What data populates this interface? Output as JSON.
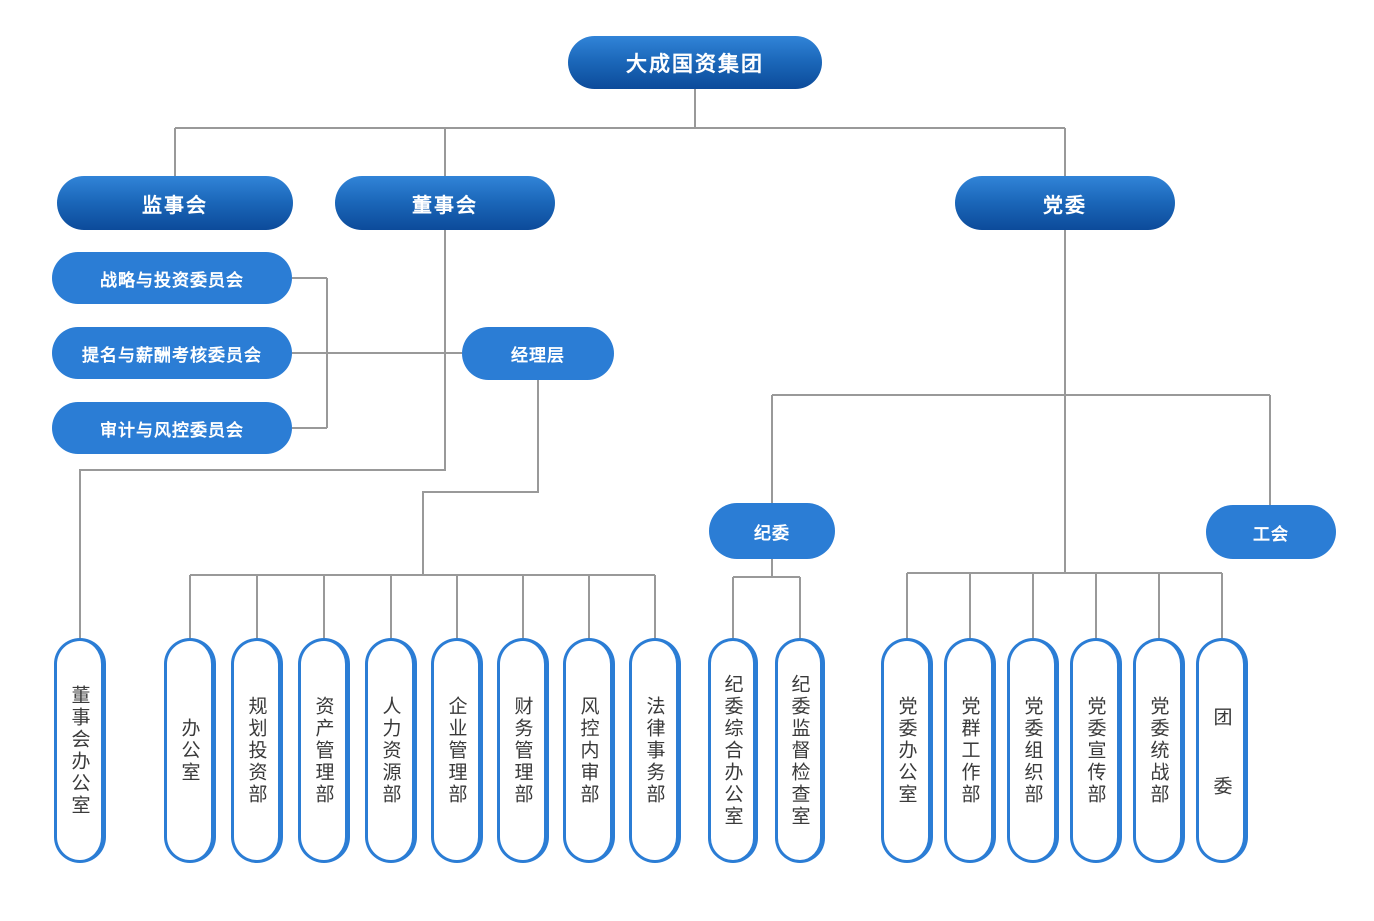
{
  "nodes": {
    "root": "大成国资集团",
    "supervisory_board": "监事会",
    "board_of_directors": "董事会",
    "party_committee": "党委",
    "strategy_investment_committee": "战略与投资委员会",
    "nomination_compensation_committee": "提名与薪酬考核委员会",
    "audit_risk_committee": "审计与风控委员会",
    "management_team": "经理层",
    "discipline_committee": "纪委",
    "labor_union": "工会"
  },
  "vertical_boxes": [
    "董事会办公室",
    "办公室",
    "规划投资部",
    "资产管理部",
    "人力资源部",
    "企业管理部",
    "财务管理部",
    "风控内审部",
    "法律事务部",
    "纪委综合办公室",
    "纪委监督检查室",
    "党委办公室",
    "党群工作部",
    "党委组织部",
    "党委宣传部",
    "党委统战部",
    "团委"
  ],
  "hierarchy": {
    "大成国资集团": [
      "监事会",
      "董事会",
      "党委"
    ],
    "董事会": [
      "战略与投资委员会",
      "提名与薪酬考核委员会",
      "审计与风控委员会",
      "经理层",
      "董事会办公室"
    ],
    "经理层": [
      "办公室",
      "规划投资部",
      "资产管理部",
      "人力资源部",
      "企业管理部",
      "财务管理部",
      "风控内审部",
      "法律事务部"
    ],
    "党委": [
      "纪委",
      "工会",
      "党委办公室",
      "党群工作部",
      "党委组织部",
      "党委宣传部",
      "党委统战部",
      "团委"
    ],
    "纪委": [
      "纪委综合办公室",
      "纪委监督检查室"
    ]
  },
  "colors": {
    "pill_gradient_top": "#3184d8",
    "pill_gradient_bottom": "#0c4b9a",
    "pill_flat": "#2b7dd5",
    "pill_text": "#ffffff",
    "connector_line": "#999999",
    "vbox_border": "#2b7dd5",
    "vbox_text": "#3a3a3a",
    "background": "#ffffff"
  }
}
